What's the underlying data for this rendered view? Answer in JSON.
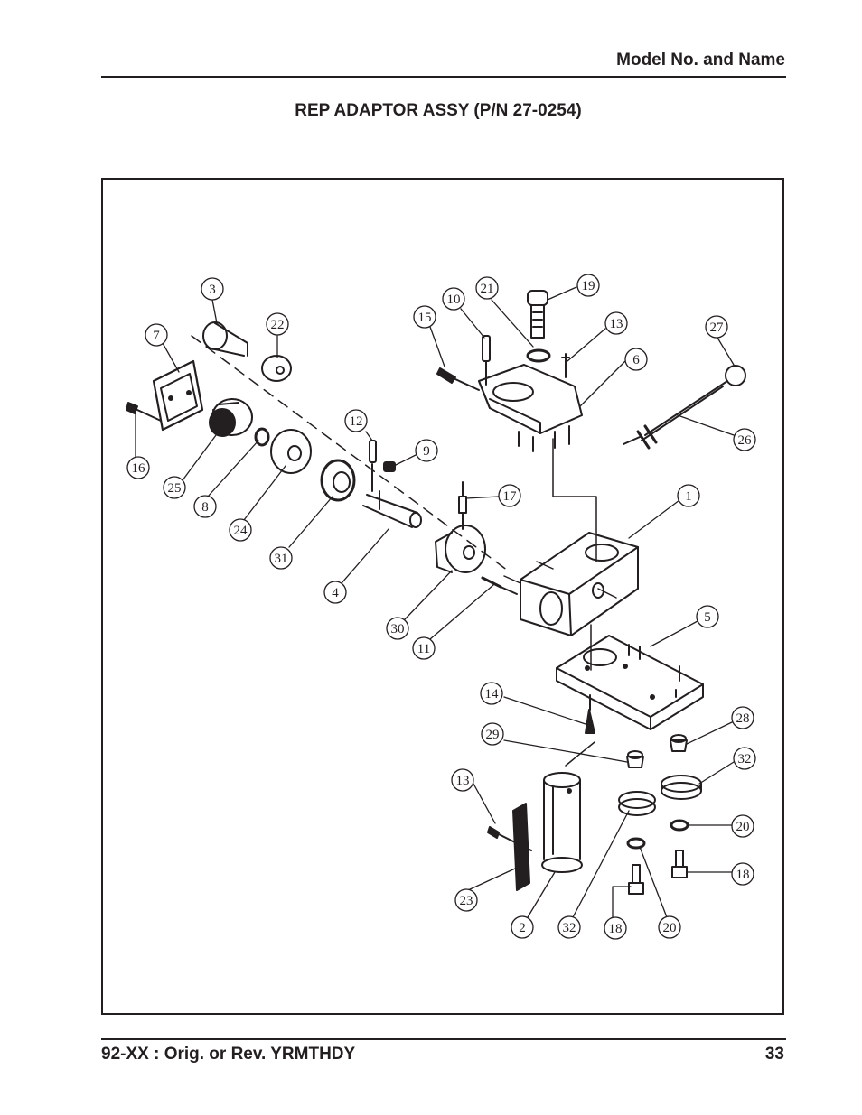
{
  "header": {
    "model_label": "Model No. and Name"
  },
  "title": "REP ADAPTOR ASSY (P/N 27-0254)",
  "callouts": [
    "3",
    "22",
    "7",
    "16",
    "25",
    "8",
    "24",
    "31",
    "4",
    "12",
    "9",
    "15",
    "10",
    "21",
    "19",
    "13",
    "6",
    "27",
    "26",
    "1",
    "17",
    "30",
    "11",
    "5",
    "14",
    "29",
    "28",
    "32",
    "20",
    "18",
    "13",
    "23",
    "2",
    "32",
    "18",
    "20"
  ],
  "footer": {
    "revision": "92-XX : Orig. or Rev. YRMTHDY",
    "page_number": "33"
  }
}
